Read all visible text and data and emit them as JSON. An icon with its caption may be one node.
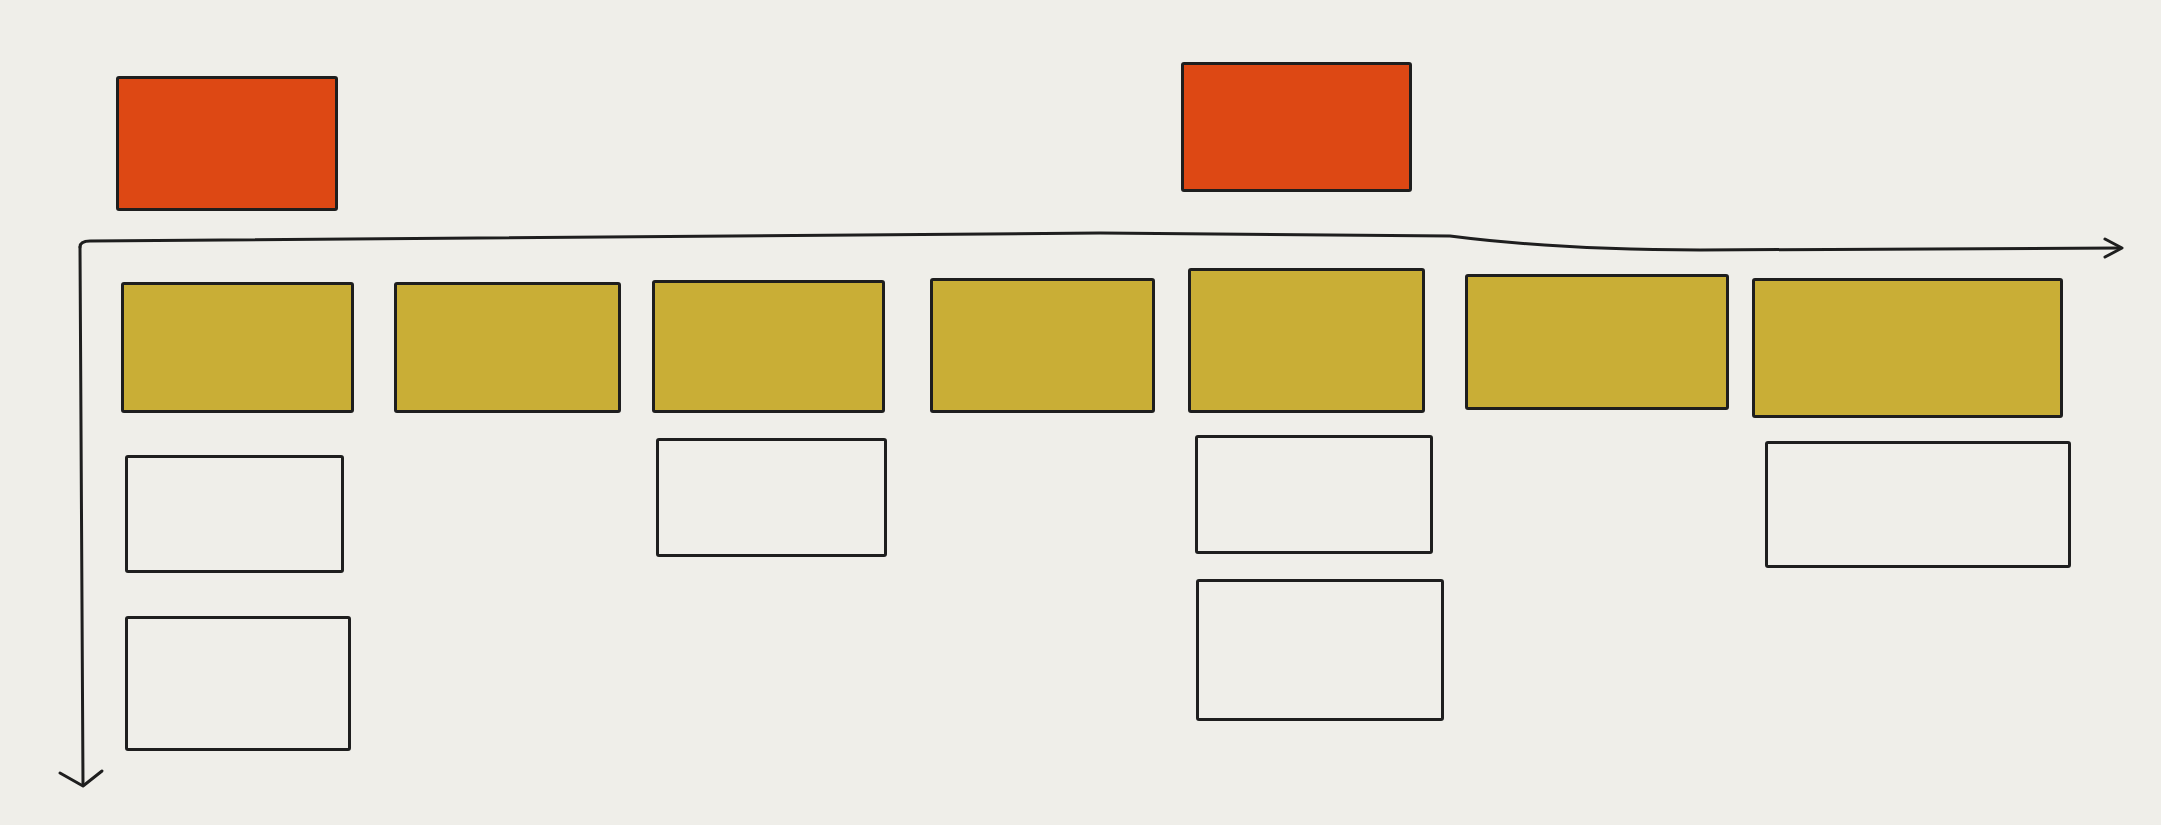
{
  "diagram": {
    "nodes": [
      {
        "text": [],
        "shape": "box"
      },
      {
        "text": [],
        "shape": "box"
      },
      {
        "text": [],
        "shape": "box"
      },
      {
        "text": [],
        "shape": "box"
      },
      {
        "text": [],
        "shape": "box"
      },
      {
        "text": [],
        "shape": "box"
      },
      {
        "text": [],
        "shape": "box"
      },
      {
        "text": [],
        "shape": "box"
      },
      {
        "text": [],
        "shape": "box"
      },
      {
        "text": [],
        "shape": "box"
      },
      {
        "text": [],
        "shape": "box"
      },
      {
        "text": [],
        "shape": "box"
      },
      {
        "text": [],
        "shape": "box"
      },
      {
        "text": [],
        "shape": "box"
      },
      {
        "text": [],
        "shape": "box"
      }
    ]
  }
}
